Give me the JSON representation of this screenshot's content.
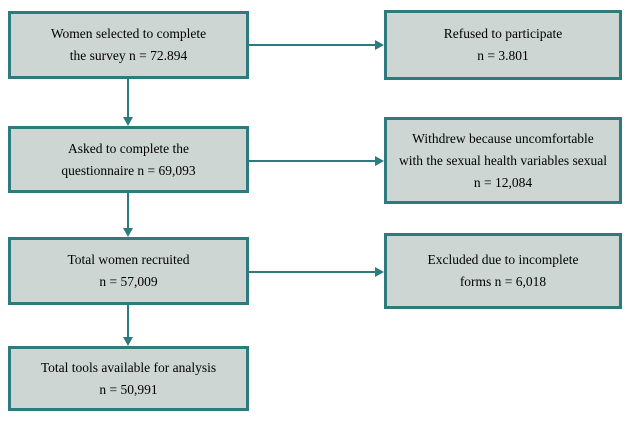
{
  "diagram": {
    "type": "flowchart",
    "colors": {
      "background": "#ffffff",
      "fill": "#cdd6d3",
      "border": "#2e7b7e",
      "arrow": "#2e7b7e",
      "text": "#000000"
    },
    "boxes": {
      "selected": {
        "lines": [
          "Women selected to complete",
          "the survey n = 72.894"
        ]
      },
      "refused": {
        "lines": [
          "Refused to participate",
          "n = 3.801"
        ]
      },
      "asked": {
        "lines": [
          "Asked to complete the",
          "questionnaire n = 69,093"
        ]
      },
      "withdrew": {
        "lines": [
          "Withdrew because uncomfortable",
          "with the sexual health variables sexual",
          "n = 12,084"
        ]
      },
      "recruited": {
        "lines": [
          "Total women recruited",
          "n = 57,009"
        ]
      },
      "excluded": {
        "lines": [
          "Excluded due to incomplete",
          "forms n = 6,018"
        ]
      },
      "analysis": {
        "lines": [
          "Total tools available for analysis",
          "n = 50,991"
        ]
      }
    },
    "connections": [
      {
        "from": "selected",
        "to": "refused",
        "direction": "right"
      },
      {
        "from": "selected",
        "to": "asked",
        "direction": "down"
      },
      {
        "from": "asked",
        "to": "withdrew",
        "direction": "right"
      },
      {
        "from": "asked",
        "to": "recruited",
        "direction": "down"
      },
      {
        "from": "recruited",
        "to": "excluded",
        "direction": "right"
      },
      {
        "from": "recruited",
        "to": "analysis",
        "direction": "down"
      }
    ]
  }
}
